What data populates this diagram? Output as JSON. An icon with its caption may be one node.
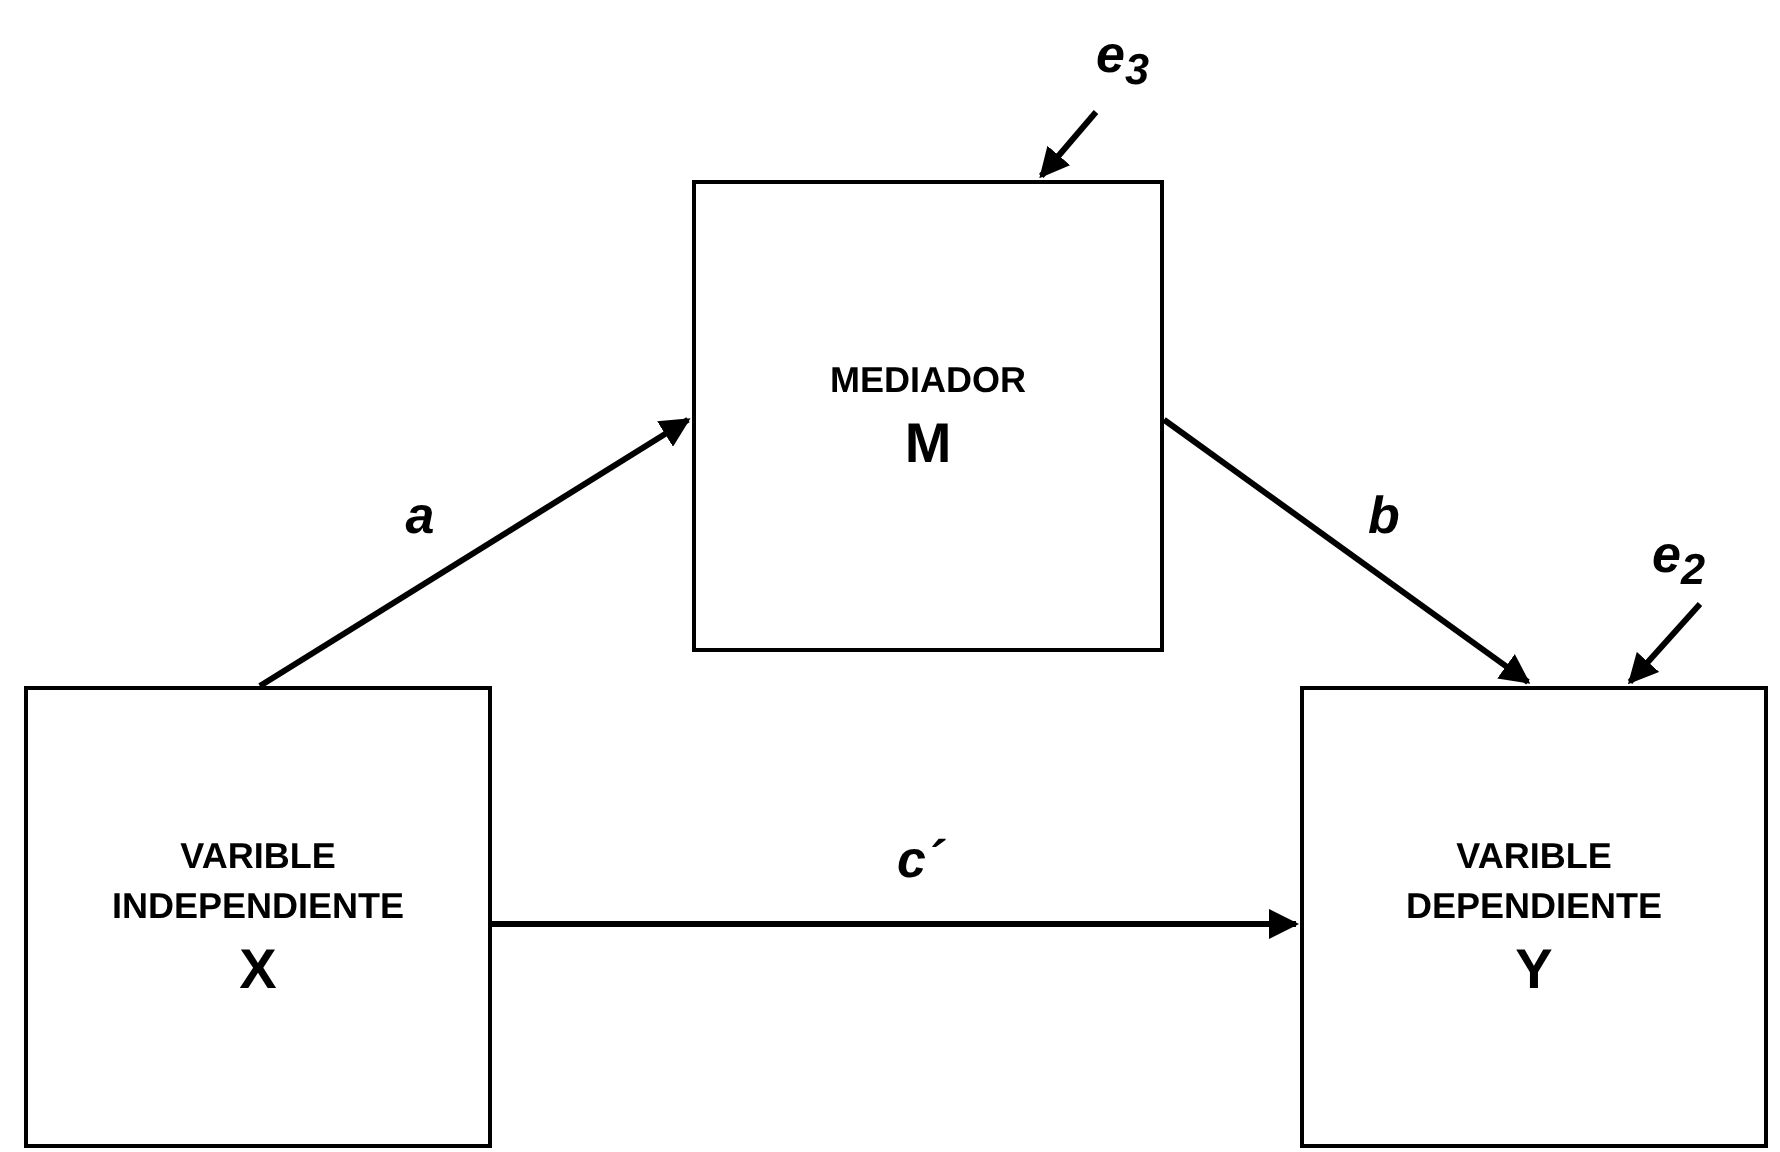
{
  "diagram": {
    "nodes": [
      {
        "text": [
          "MEDIADOR",
          "M"
        ]
      },
      {
        "text": [
          "VARIBLE INDEPENDIENTE",
          "X"
        ]
      },
      {
        "text": [
          "VARIBLE DEPENDIENTE",
          "Y"
        ]
      },
      {
        "text": [
          "e$_{3}$"
        ]
      },
      {
        "text": [
          "e$_{2}$"
        ]
      }
    ],
    "edges": [
      {
        "from": 1,
        "to": 0,
        "arrow": "to",
        "label": "a"
      },
      {
        "from": 0,
        "to": 2,
        "arrow": "to",
        "label": "b"
      },
      {
        "from": 1,
        "to": 2,
        "arrow": "to",
        "label": "c´"
      },
      {
        "from": 3,
        "to": 0,
        "arrow": "to"
      },
      {
        "from": 4,
        "to": 2,
        "arrow": "to"
      }
    ]
  }
}
